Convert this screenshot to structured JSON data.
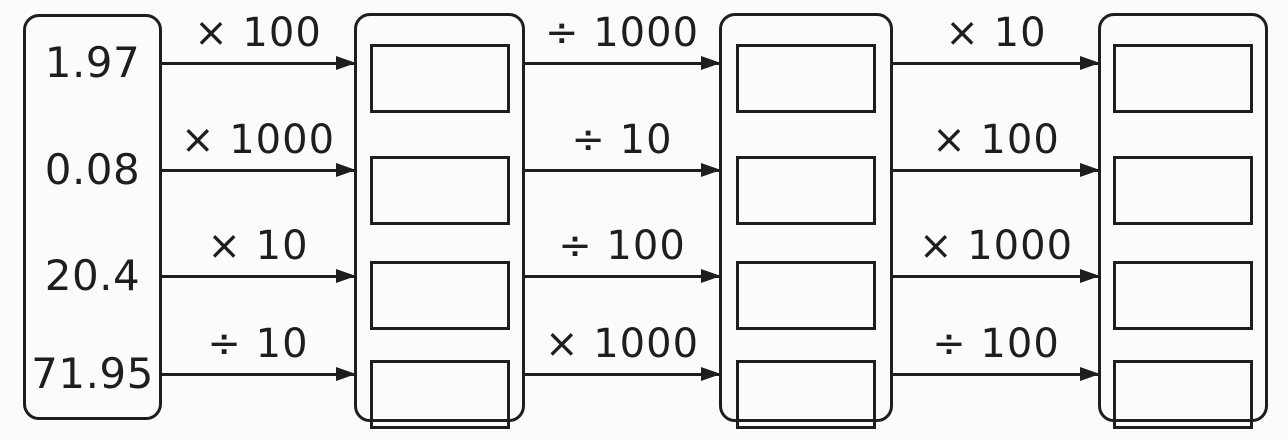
{
  "worksheet": {
    "source_values": [
      "1.97",
      "0.08",
      "20.4",
      "71.95"
    ],
    "stage1_ops": [
      "× 100",
      "× 1000",
      "× 10",
      "÷ 10"
    ],
    "stage2_ops": [
      "÷ 1000",
      "÷ 10",
      "÷ 100",
      "× 1000"
    ],
    "stage3_ops": [
      "× 10",
      "× 100",
      "× 1000",
      "÷ 100"
    ],
    "colors": {
      "ink": "#1e1e1e",
      "paper": "#fbfbfa"
    }
  }
}
